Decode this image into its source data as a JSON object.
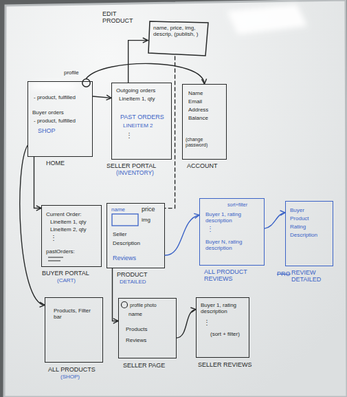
{
  "diagram": {
    "nodes": [
      {
        "text": [
          "EDIT PRODUCT",
          "name, price, img, descrip, (publish, )"
        ]
      },
      {
        "text": [
          "profile"
        ]
      },
      {
        "text": [
          "- product, fulfilled",
          "Buyer orders",
          "- product, fulfilled",
          "SHOP",
          "HOME"
        ]
      },
      {
        "text": [
          "Outgoing orders",
          "LineItem 1, qty",
          "PAST ORDERS",
          "LINEITEM 2",
          "⋮",
          "SELLER PORTAL",
          "(INVENTORY)"
        ]
      },
      {
        "text": [
          "Name",
          "Email",
          "Address",
          "Balance",
          "(change password)",
          "ACCOUNT"
        ]
      },
      {
        "text": [
          "Current Order:",
          "LineItem 1, qty",
          "LineItem 2, qty",
          "⋮",
          "pastOrders:",
          "BUYER PORTAL",
          "(CART)"
        ]
      },
      {
        "text": [
          "name",
          "price",
          "img",
          "Seller",
          "Description",
          "Reviews",
          "PRODUCT",
          "DETAILED"
        ]
      },
      {
        "text": [
          "sort+filter",
          "Buyer 1, rating description",
          "⋮",
          "Buyer N, rating description",
          "ALL PRODUCT REVIEWS"
        ]
      },
      {
        "text": [
          "Buyer",
          "Product",
          "Rating",
          "Description",
          "REVIEW DETAILED"
        ]
      },
      {
        "text": [
          "Products, Filter bar",
          "ALL PRODUCTS",
          "(SHOP)"
        ]
      },
      {
        "text": [
          "profile photo",
          "name",
          "Products",
          "Reviews",
          "SELLER PAGE"
        ]
      },
      {
        "text": [
          "Buyer 1, rating description",
          "⋮",
          "(sort + filter)",
          "SELLER REVIEWS"
        ]
      }
    ],
    "edges": [
      {
        "from": 2,
        "to": 3,
        "arrow": "to"
      },
      {
        "from": 1,
        "to": 4,
        "arrow": "to"
      },
      {
        "from": 3,
        "to": 0,
        "arrow": "to"
      },
      {
        "from": 0,
        "to": 6,
        "arrow": "none"
      },
      {
        "from": 2,
        "to": 5,
        "arrow": "to"
      },
      {
        "from": 2,
        "to": 9,
        "arrow": "to"
      },
      {
        "from": 6,
        "to": 10,
        "arrow": "to"
      },
      {
        "from": 6,
        "to": 7,
        "arrow": "to"
      },
      {
        "from": 7,
        "to": 8,
        "arrow": "to"
      },
      {
        "from": 10,
        "to": 11,
        "arrow": "to"
      }
    ],
    "labels": [
      "PRO"
    ]
  }
}
